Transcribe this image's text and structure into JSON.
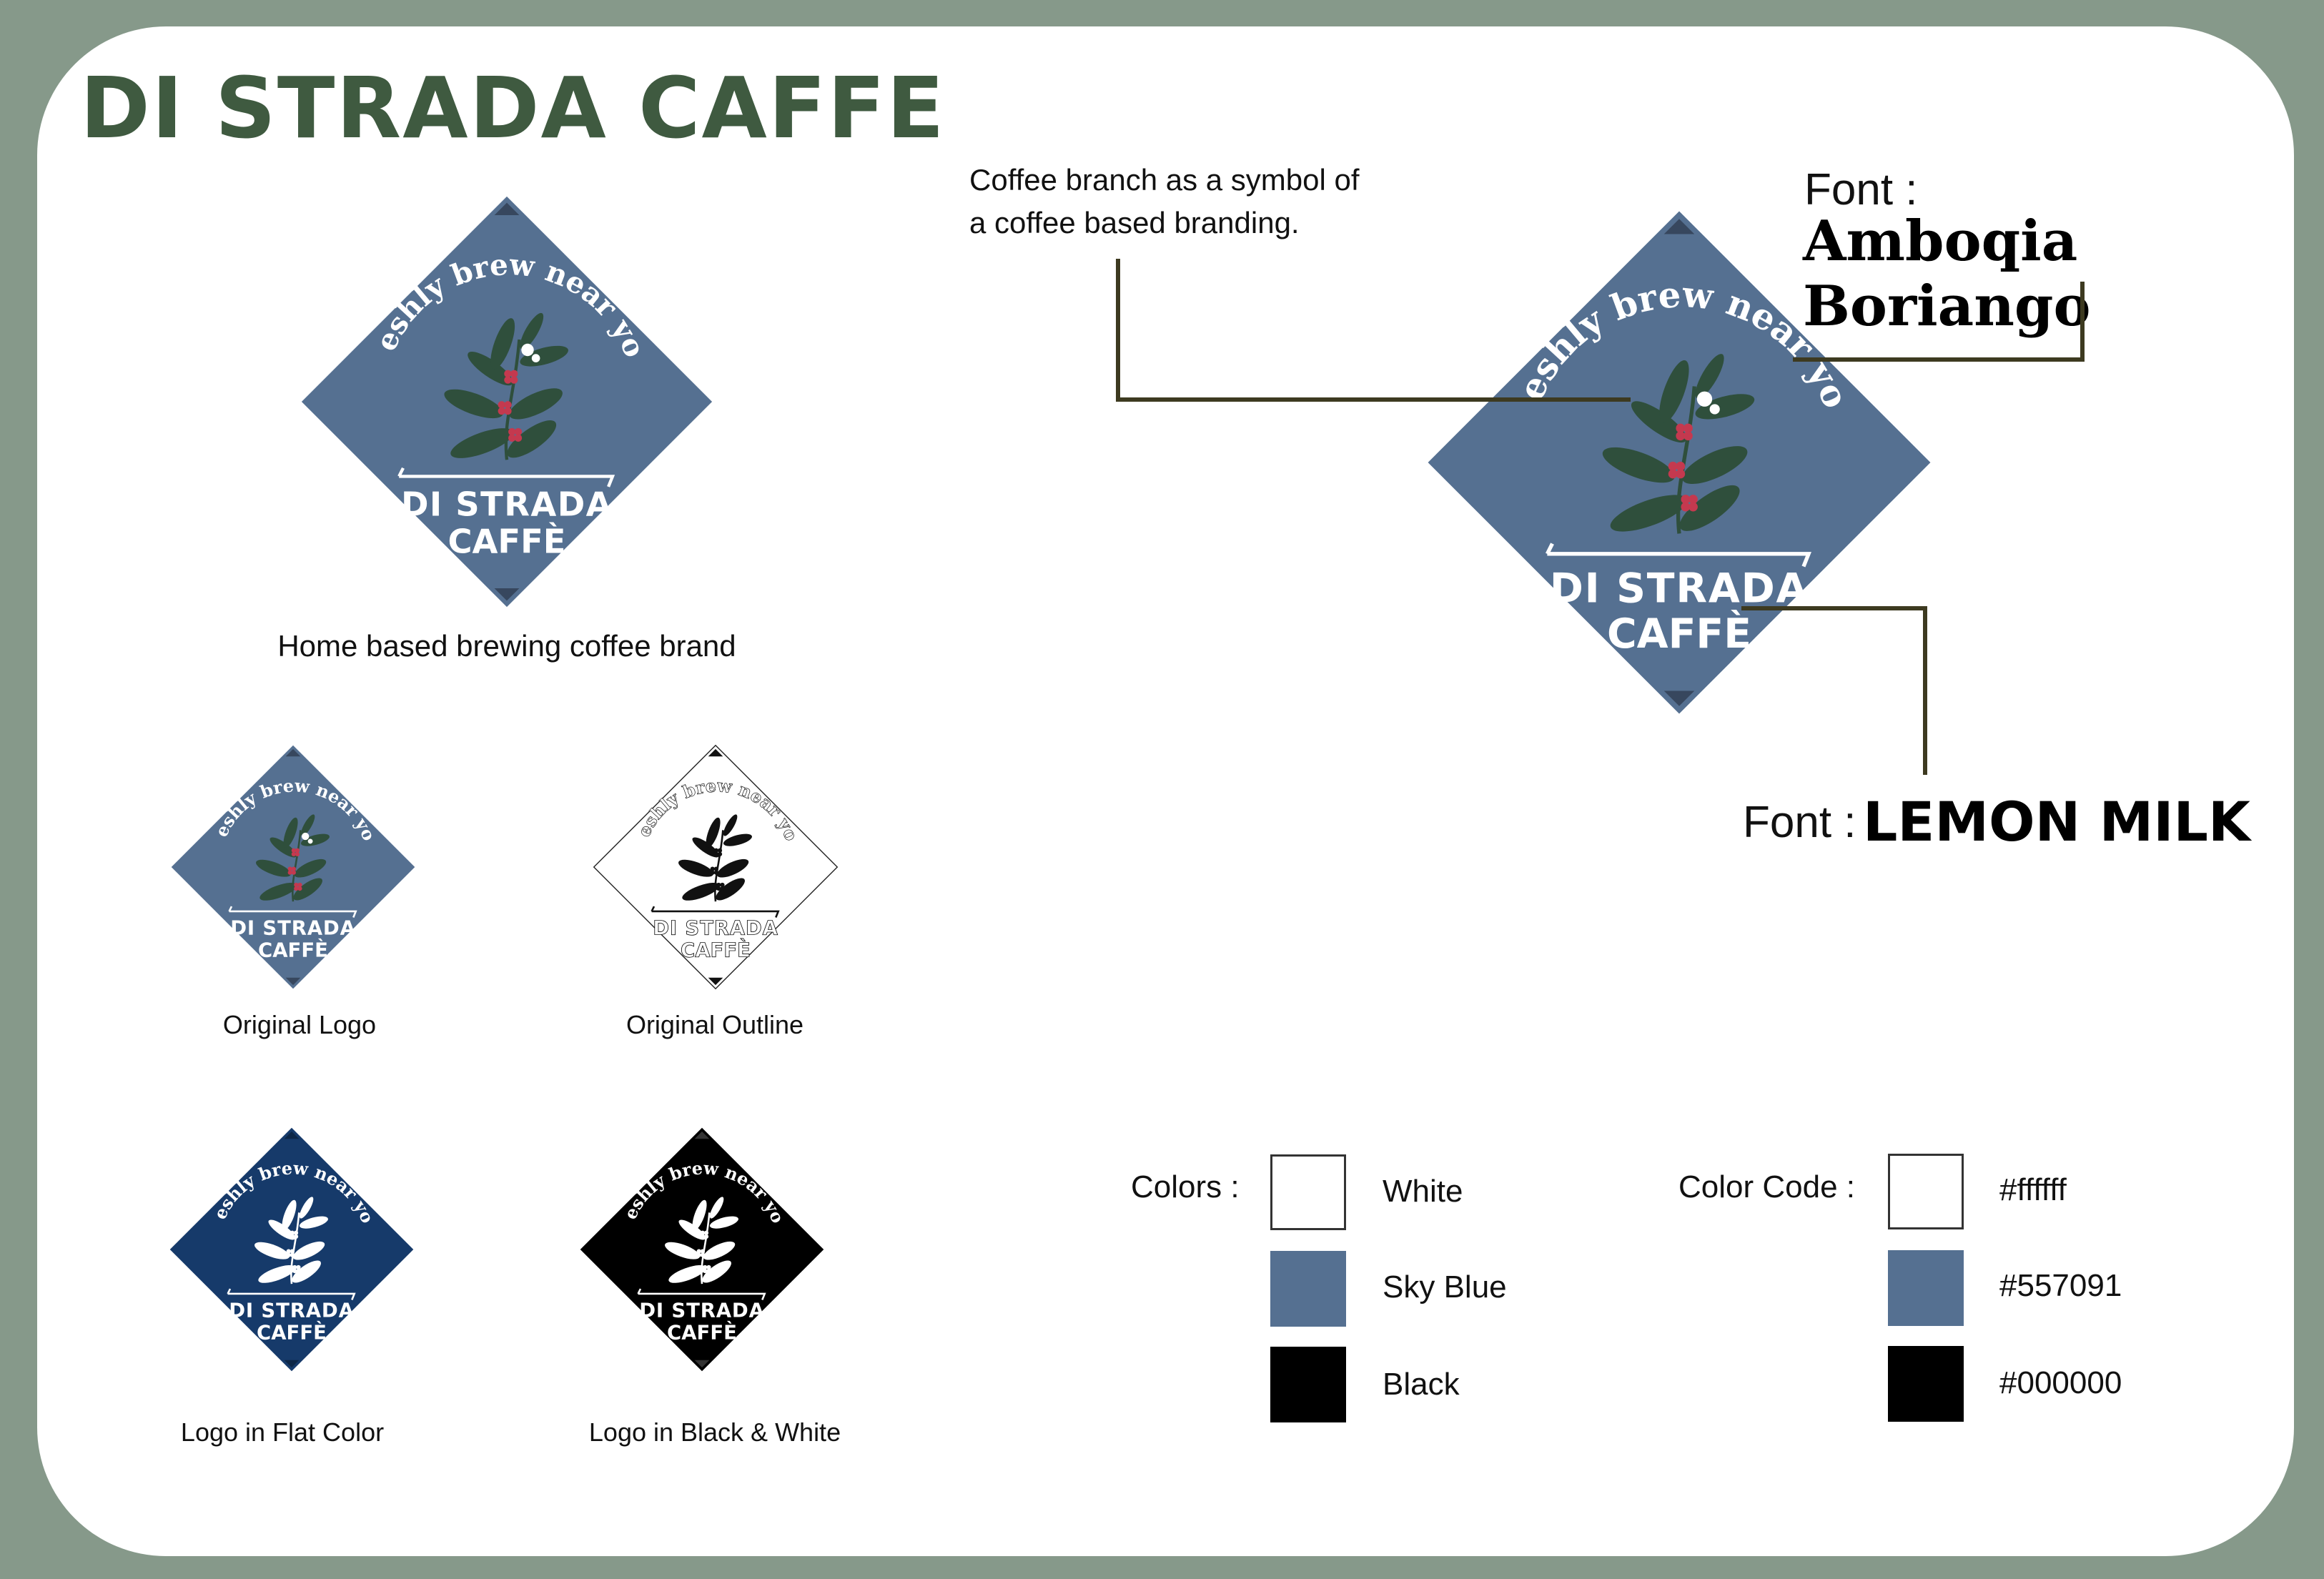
{
  "title": "DI STRADA CAFFE",
  "logo_text": {
    "tagline": "freshly brew near you",
    "line1": "DI STRADA",
    "line2": "CAFFÈ"
  },
  "main_logo": {
    "caption": "Home based brewing coffee brand"
  },
  "variants": [
    {
      "caption": "Original Logo",
      "style": "original"
    },
    {
      "caption": "Original Outline",
      "style": "outline"
    },
    {
      "caption": "Logo in Flat Color",
      "style": "flat"
    },
    {
      "caption": "Logo in Black & White",
      "style": "bw"
    }
  ],
  "annotations": {
    "branch_line1": "Coffee branch as a symbol of",
    "branch_line2": "a coffee based branding.",
    "font1_label": "Font :",
    "font1_name": "Amboqia Boriango",
    "font2_label": "Font :",
    "font2_name": "LEMON MILK"
  },
  "colors": {
    "label": "Colors :",
    "code_label": "Color Code :",
    "items": [
      {
        "name": "White",
        "code": "#ffffff",
        "hex": "#ffffff"
      },
      {
        "name": "Sky Blue",
        "code": "#557091",
        "hex": "#557091"
      },
      {
        "name": "Black",
        "code": "#000000",
        "hex": "#000000"
      }
    ]
  },
  "palette": {
    "frame": "#86998a",
    "title": "#3f5a40",
    "flat": "#163a6a",
    "leader": "#3d3a20"
  }
}
